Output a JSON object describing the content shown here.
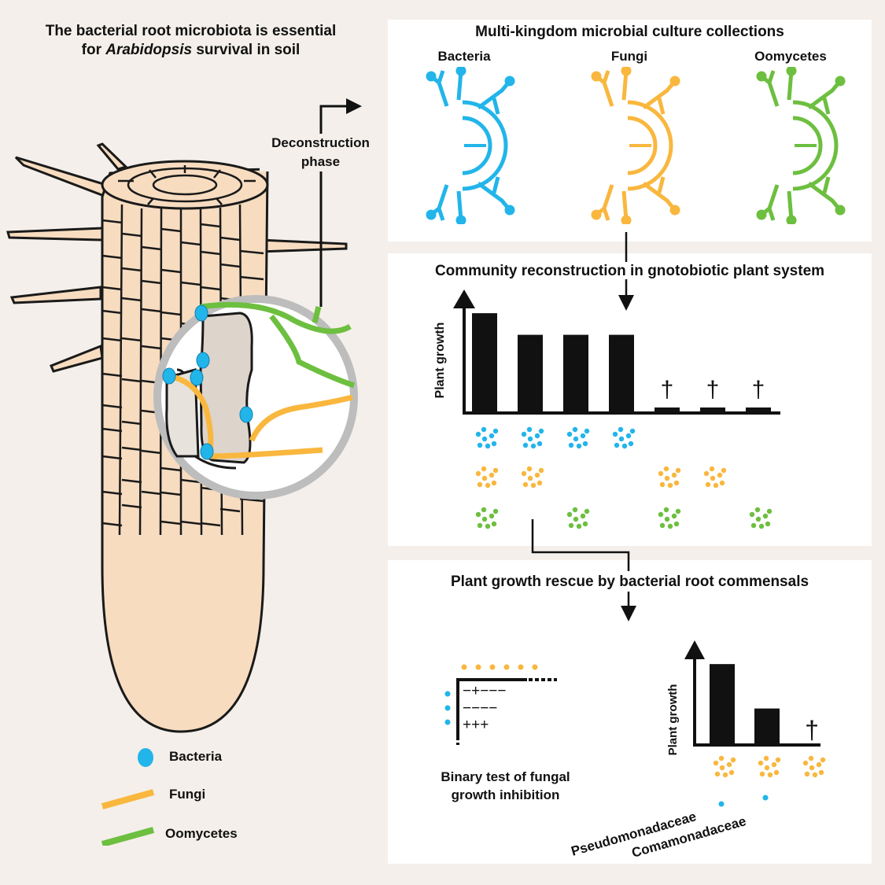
{
  "left": {
    "title_line1": "The bacterial root microbiota is essential",
    "title_line2_prefix": "for ",
    "title_line2_italic": "Arabidopsis",
    "title_line2_suffix": " survival in soil",
    "arrow_label_line1": "Deconstruction",
    "arrow_label_line2": "phase",
    "legend": [
      {
        "label": "Bacteria",
        "color": "#22b5ea"
      },
      {
        "label": "Fungi",
        "color": "#f9b73e"
      },
      {
        "label": "Oomycetes",
        "color": "#6dbf3f"
      }
    ]
  },
  "collections": {
    "title": "Multi-kingdom microbial culture collections",
    "groups": [
      {
        "label": "Bacteria",
        "color": "#22b5ea"
      },
      {
        "label": "Fungi",
        "color": "#f9b73e"
      },
      {
        "label": "Oomycetes",
        "color": "#6dbf3f"
      }
    ]
  },
  "reconstruction": {
    "title": "Community reconstruction in gnotobiotic plant system",
    "ylabel": "Plant growth",
    "dagger": "†"
  },
  "rescue": {
    "title": "Plant growth rescue by bacterial root commensals",
    "binary_label_line1": "Binary test of fungal",
    "binary_label_line2": "growth inhibition",
    "matrix_rows": [
      "−+−−−",
      "−−−−",
      "+++"
    ],
    "ylabel": "Plant growth",
    "dagger": "†",
    "families": [
      "Pseudomonadaceae",
      "Comamonadaceae"
    ]
  },
  "chart_data": [
    {
      "type": "bar",
      "ylabel": "Plant growth",
      "categories": [
        "B+F+O",
        "B+F",
        "B+O",
        "B",
        "F+O",
        "F",
        "O"
      ],
      "values": [
        1.0,
        0.78,
        0.78,
        0.78,
        0.04,
        0.04,
        0.04
      ],
      "annotations": [
        "",
        "",
        "",
        "",
        "†",
        "†",
        "†"
      ],
      "ylim": [
        0,
        1.1
      ]
    },
    {
      "type": "bar",
      "ylabel": "Plant growth",
      "categories": [
        "F + Pseudomonadaceae",
        "F + Comamonadaceae",
        "F"
      ],
      "values": [
        1.0,
        0.44,
        0.0
      ],
      "annotations": [
        "",
        "",
        "†"
      ],
      "ylim": [
        0,
        1.2
      ]
    }
  ],
  "colors": {
    "bacteria": "#22b5ea",
    "fungi": "#f9b73e",
    "oomycetes": "#6dbf3f",
    "root": "#f7dcc0",
    "background": "#f4efea"
  }
}
